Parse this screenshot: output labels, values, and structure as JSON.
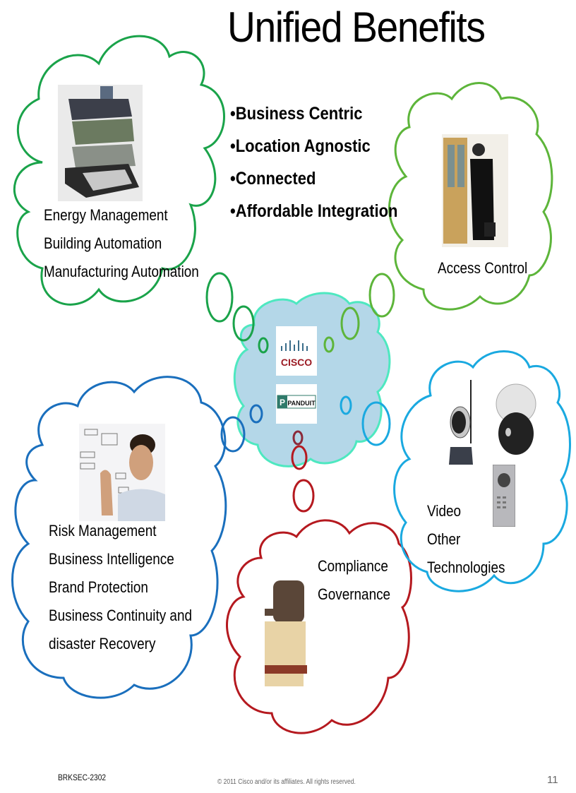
{
  "slide": {
    "title": "Unified Benefits",
    "bullets": [
      "•Business Centric",
      "•Location Agnostic",
      "•Connected",
      "•Affordable Integration"
    ]
  },
  "clouds": {
    "building": {
      "color": "#1aa34a",
      "image": "building-cutaway-image",
      "lines": [
        "Energy Management",
        "Building Automation",
        "Manufacturing Automation"
      ]
    },
    "access": {
      "color": "#5db53a",
      "image": "man-at-door-image",
      "lines": [
        "Access Control"
      ]
    },
    "center": {
      "color": "#4ee8c0",
      "fill": "#b4d7e8",
      "logos": [
        "CISCO",
        "PANDUIT"
      ]
    },
    "risk": {
      "color": "#1a6fbd",
      "image": "businessman-diagram-image",
      "lines": [
        "Risk Management",
        "Business Intelligence",
        "Brand Protection",
        "Business Continuity and",
        "disaster Recovery"
      ]
    },
    "compliance": {
      "color": "#b5191f",
      "image": "gavel-books-image",
      "lines": [
        "Compliance",
        "Governance"
      ]
    },
    "video": {
      "color": "#1aa9e0",
      "image": "cameras-intercom-image",
      "lines": [
        "Video",
        "Other",
        "Technologies"
      ]
    }
  },
  "footer": {
    "session_id": "BRKSEC-2302",
    "copyright": "© 2011 Cisco and/or its affiliates. All rights reserved.",
    "page_number": "11"
  }
}
